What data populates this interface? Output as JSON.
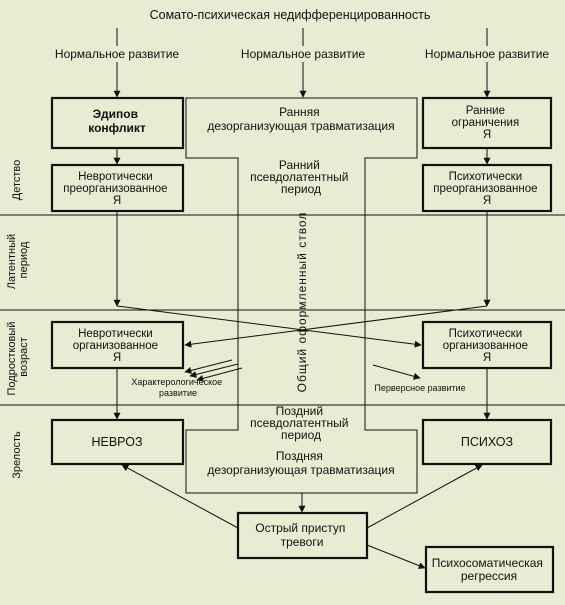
{
  "title": "Сомато-психическая недифференцированность",
  "normal_development": [
    "Нормальное развитие",
    "Нормальное развитие",
    "Нормальное развитие"
  ],
  "periods": {
    "childhood": "Детство",
    "latent": [
      "Латентный",
      "период"
    ],
    "adolescence": [
      "Подростковый",
      "возраст"
    ],
    "maturity": "Зрелость"
  },
  "boxes": {
    "oedipus": [
      "Эдипов",
      "конфликт"
    ],
    "early_trauma": [
      "Ранняя",
      "дезорганизующая травматизация"
    ],
    "early_limits": [
      "Ранние",
      "ограничения",
      "Я"
    ],
    "neurotic_reorganized": [
      "Невротически",
      "преорганизованное",
      "Я"
    ],
    "psychotic_reorganized": [
      "Психотически",
      "преорганизованное",
      "Я"
    ],
    "neurotic_organized": [
      "Невротически",
      "организованное",
      "Я"
    ],
    "psychotic_organized": [
      "Психотически",
      "организованное",
      "Я"
    ],
    "neurosis": "НЕВРОЗ",
    "psychosis": "ПСИХОЗ",
    "late_trauma": [
      "Поздняя",
      "дезорганизующая травматизация"
    ],
    "acute_anxiety": [
      "Острый приступ",
      "тревоги"
    ],
    "psychosomatic": [
      "Психосоматическая",
      "регрессия"
    ]
  },
  "labels": {
    "early_pseudolatent": [
      "Ранний",
      "псевдолатентный",
      "период"
    ],
    "common_trunk": "Общий оформленный ствол",
    "late_pseudolatent": [
      "Поздний",
      "псевдолатентный",
      "период"
    ],
    "characterological": [
      "Характерологическое",
      "развитие"
    ],
    "perverse": "Перверсное развитие"
  }
}
